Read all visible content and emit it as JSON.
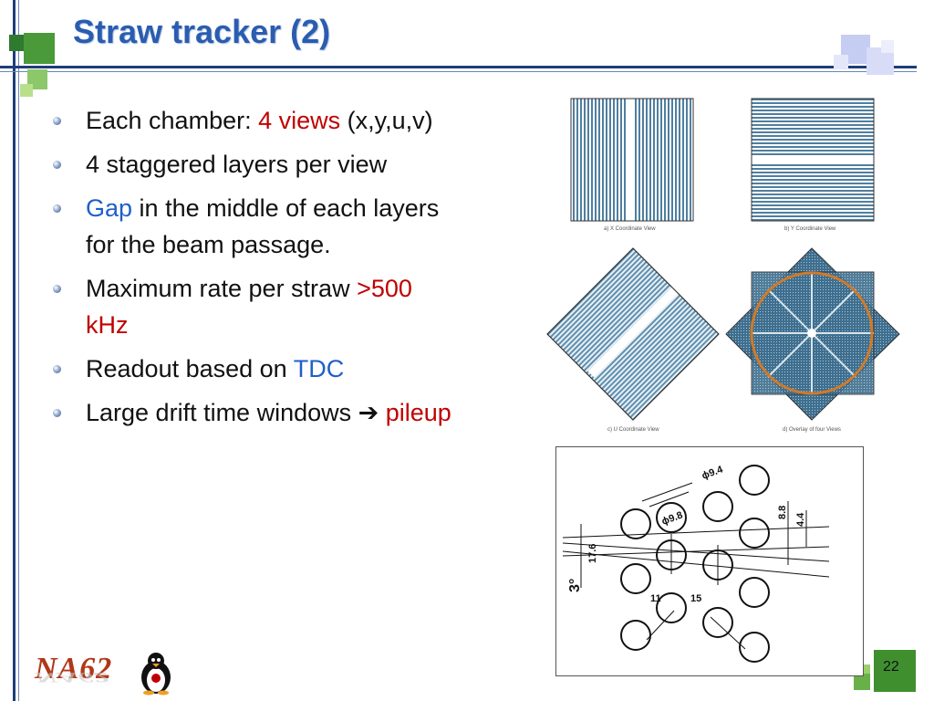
{
  "title": "Straw tracker (2)",
  "bullets": [
    {
      "segments": [
        {
          "text": "Each chamber: ",
          "style": "normal"
        },
        {
          "text": "4 views",
          "style": "red"
        },
        {
          "text": " (x,y,u,v)",
          "style": "normal"
        }
      ]
    },
    {
      "segments": [
        {
          "text": "4 staggered layers per view",
          "style": "normal"
        }
      ]
    },
    {
      "segments": [
        {
          "text": "Gap",
          "style": "blue"
        },
        {
          "text": " in the middle of each layers for the beam passage.",
          "style": "normal"
        }
      ]
    },
    {
      "segments": [
        {
          "text": "Maximum rate per straw ",
          "style": "normal"
        },
        {
          "text": ">500 kHz",
          "style": "red"
        }
      ]
    },
    {
      "segments": [
        {
          "text": "Readout based on ",
          "style": "normal"
        },
        {
          "text": "TDC",
          "style": "blue"
        }
      ]
    },
    {
      "segments": [
        {
          "text": "Large drift time windows ",
          "style": "normal"
        },
        {
          "text": "➔ ",
          "style": "normal"
        },
        {
          "text": "pileup",
          "style": "red"
        }
      ]
    }
  ],
  "captions": {
    "x_view": "a) X Coordinate View",
    "y_view": "b) Y Coordinate View",
    "u_view": "c) U Coordinate View",
    "overlay": "d) Overlay of four Views"
  },
  "drawing_labels": {
    "d94": "ϕ9.4",
    "d98": "ϕ9.8",
    "dim88": "8.8",
    "dim44": "4.4",
    "dim176": "17.6",
    "dim3": "3°",
    "dim11": "11",
    "dim15": "15"
  },
  "logo": {
    "text": "NA62"
  },
  "page_number": "22",
  "colors": {
    "title": "#2a5db0",
    "accent_red": "#c00000",
    "accent_blue": "#1f5fc8",
    "straw": "#4f7f9f",
    "overlay_circle": "#d07a2a"
  }
}
